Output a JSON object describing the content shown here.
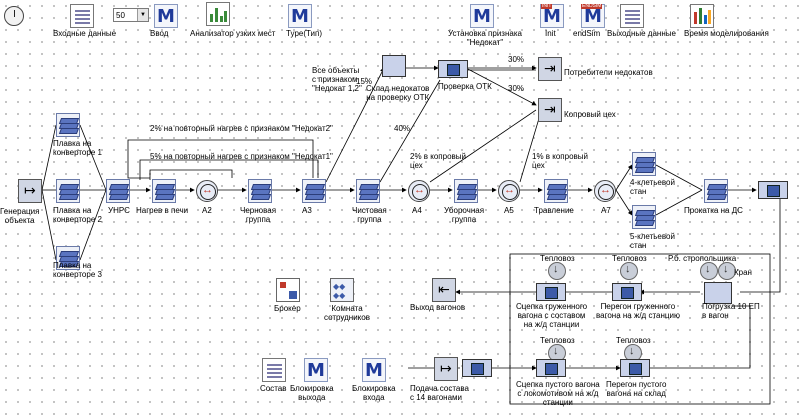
{
  "toolbar": {
    "dropdown_value": "50",
    "items": [
      {
        "id": "input_data",
        "label": "Входные данные"
      },
      {
        "id": "input",
        "label": "Ввод"
      },
      {
        "id": "bottleneck",
        "label": "Анализатор узких мест"
      },
      {
        "id": "type",
        "label": "Type(Тип)"
      },
      {
        "id": "defect_flag",
        "label": "Установка признака\n\"Недокат\""
      },
      {
        "id": "init",
        "label": "Init"
      },
      {
        "id": "endsim",
        "label": "endSim"
      },
      {
        "id": "output_data",
        "label": "Выходные данные"
      },
      {
        "id": "sim_time",
        "label": "Время моделирования"
      }
    ],
    "badges": {
      "init": "INIT",
      "endsim": "ENDSIM"
    }
  },
  "nodes": {
    "gen": "Генерация\nобъекта",
    "melt1": "Плавка на\nконверторе 1",
    "melt2": "Плавка на\nконверторе 2",
    "melt3": "Плавка на\nконверторе 3",
    "unrs": "УНРС",
    "heat": "Нагрев в печи",
    "a2": "А2",
    "rough": "Черновая\nгруппа",
    "a3": "А3",
    "finish": "Чистовая\nгруппа",
    "a4": "А4",
    "cool": "Уборочная\nгруппа",
    "a5": "А5",
    "etch": "Травление",
    "a7": "А7",
    "stand4": "4-клетьевой\nстан",
    "stand5": "5-клетьевой\nстан",
    "roll_ds": "Прокатка на ДС",
    "warehouse": "Склад недокатов\nна проверку ОТК",
    "otk": "Проверка ОТК",
    "consumers": "Потребители недокатов",
    "scrap": "Копровый цех",
    "broker": "Брокер",
    "staff_room": "Комната\nсотрудников",
    "exit_wagons": "Выход вагонов",
    "locomotive1": "Тепловоз",
    "locomotive2": "Тепловоз",
    "locomotive3": "Тепловоз",
    "locomotive4": "Тепловоз",
    "slinger": "Р.б. стропольщика",
    "crane": "Кран",
    "couple_loaded": "Сцепка груженного\nвагона с составом\nна ж/д станции",
    "haul_loaded": "Перегон груженного\nвагона на ж/д станцию",
    "load_ep": "Погрузка 10 ЕП\nв вагон",
    "couple_empty": "Сцепка пустого вагона\nс локомотивом на ж/д\nстанции",
    "haul_empty": "Перегон пустого\nвагона на склад",
    "train_in": "Подача состава\nс 14 вагонами",
    "composition": "Состав",
    "block_exit": "Блокировка\nвыхода",
    "block_entry": "Блокировка\nвхода"
  },
  "annotations": {
    "all_objects": "Все объекты\nс признаком\n\"Недокат 1,2\"",
    "pct_15": "15%",
    "pct_30a": "30%",
    "pct_30b": "30%",
    "pct_40": "40%",
    "reheat2": "2% на повторный нагрев с признаком \"Недокат2\"",
    "reheat1": "5% на повторный нагрев с признаком \"Недокат1\"",
    "scrap2": "2% в копровый\nцех",
    "scrap1": "1% в копровый\nцех"
  },
  "colors": {
    "accent": "#3c5aa8",
    "m_logo": "#1f3a9a",
    "line": "#000000"
  }
}
